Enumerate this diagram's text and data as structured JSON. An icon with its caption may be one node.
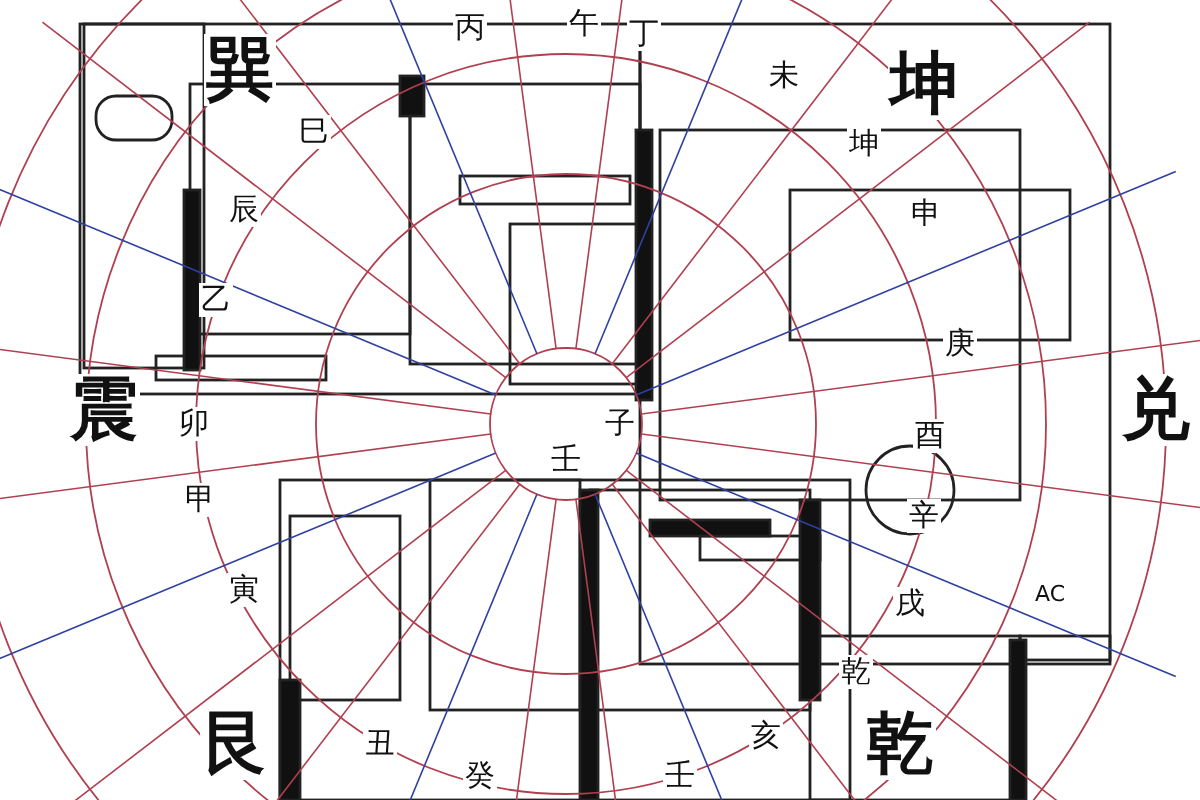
{
  "diagram": {
    "labels": [
      "午",
      "丙",
      "丁",
      "巽",
      "未",
      "坤",
      "巳",
      "坤",
      "辰",
      "申",
      "乙",
      "庚",
      "震",
      "卯",
      "兑",
      "酉",
      "子",
      "壬",
      "甲",
      "辛",
      "寅",
      "AC",
      "戌",
      "乾",
      "艮",
      "丑",
      "乾",
      "亥",
      "壬",
      "癸"
    ]
  }
}
